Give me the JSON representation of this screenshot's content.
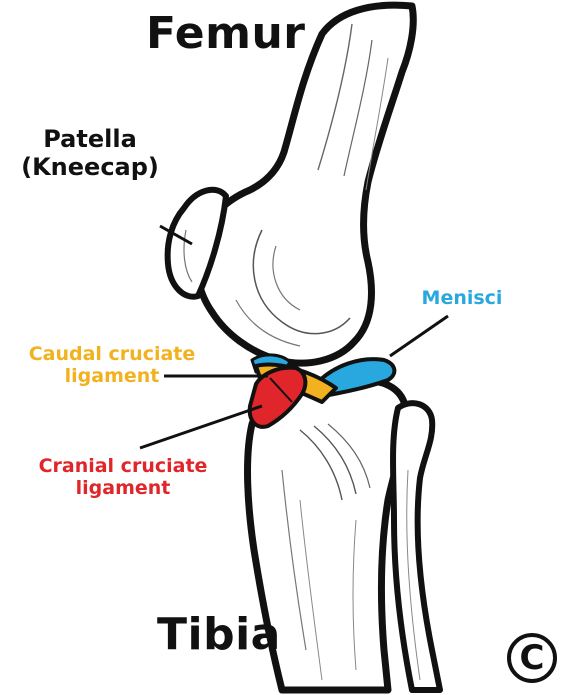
{
  "labels": {
    "femur": "Femur",
    "tibia": "Tibia",
    "patella_line1": "Patella",
    "patella_line2": "(Kneecap)",
    "menisci": "Menisci",
    "caudal_line1": "Caudal cruciate",
    "caudal_line2": "ligament",
    "cranial_line1": "Cranial cruciate",
    "cranial_line2": "ligament"
  },
  "copyright_symbol": "C",
  "colors": {
    "menisci": "#29a8df",
    "caudal": "#f2b21f",
    "cranial": "#e0252b",
    "outline": "#111111"
  },
  "icons": [
    "copyright-icon"
  ]
}
